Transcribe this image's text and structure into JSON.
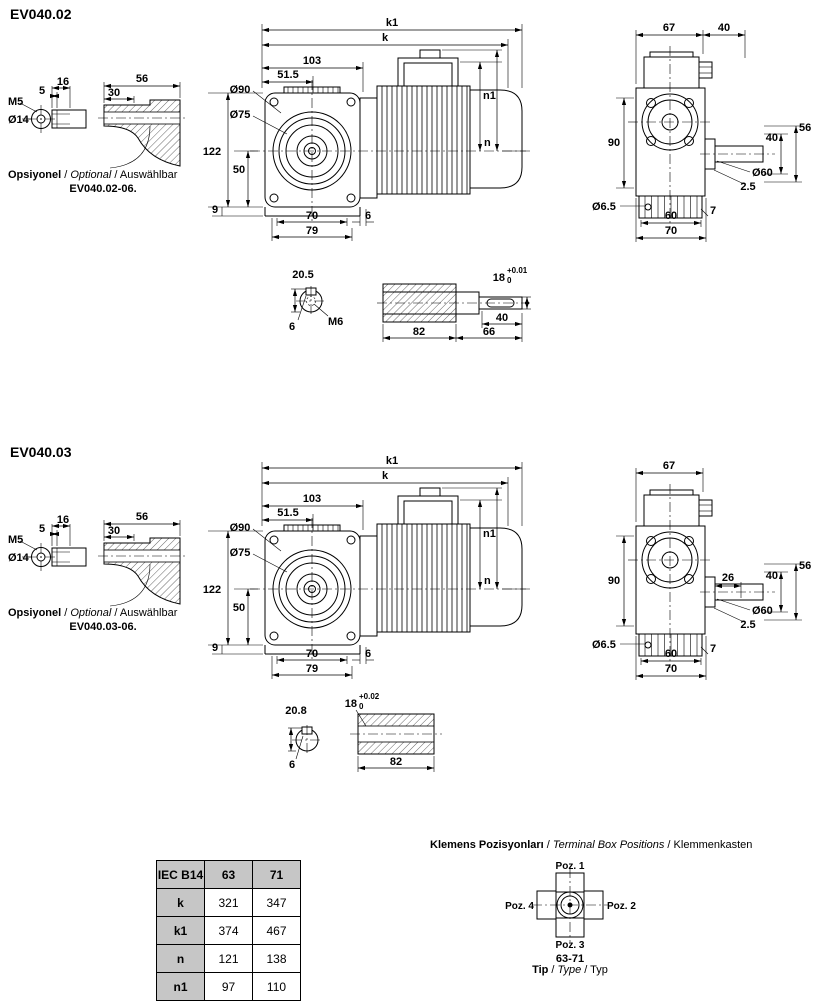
{
  "s1": {
    "title": "EV040.02",
    "optional": {
      "p1": "Opsiyonel",
      "sep1": " / ",
      "p2": "Optional",
      "sep2": " / ",
      "p3": "Auswählbar",
      "code": "EV040.02-06."
    },
    "detailA": {
      "m5": "M5",
      "d5": "5",
      "d16": "16",
      "d14": "Ø14"
    },
    "detailB": {
      "d56": "56",
      "d30": "30"
    },
    "front": {
      "k1": "k1",
      "k": "k",
      "d103": "103",
      "d51_5": "51.5",
      "d90": "Ø90",
      "d75": "Ø75",
      "d122": "122",
      "d50": "50",
      "d9": "9",
      "d70": "70",
      "d6": "6",
      "d79": "79",
      "n1": "n1",
      "n": "n"
    },
    "side": {
      "d67": "67",
      "d40_top": "40",
      "d56": "56",
      "d40": "40",
      "d90": "90",
      "d60": "Ø60",
      "d2_5": "2.5",
      "d6_5": "Ø6.5",
      "d60b": "60",
      "d7": "7",
      "d70": "70"
    },
    "shaft": {
      "d20_5": "20.5",
      "d6": "6",
      "m6": "M6",
      "d18": "18",
      "tol_hi": "+0.01",
      "tol_lo": "0",
      "d82": "82",
      "d66": "66",
      "d40": "40"
    }
  },
  "s2": {
    "title": "EV040.03",
    "optional": {
      "p1": "Opsiyonel",
      "sep1": " / ",
      "p2": "Optional",
      "sep2": " / ",
      "p3": "Auswählbar",
      "code": "EV040.03-06."
    },
    "detailA": {
      "m5": "M5",
      "d5": "5",
      "d16": "16",
      "d14": "Ø14"
    },
    "detailB": {
      "d56": "56",
      "d30": "30"
    },
    "front": {
      "k1": "k1",
      "k": "k",
      "d103": "103",
      "d51_5": "51.5",
      "d90": "Ø90",
      "d75": "Ø75",
      "d122": "122",
      "d50": "50",
      "d9": "9",
      "d70": "70",
      "d6": "6",
      "d79": "79",
      "n1": "n1",
      "n": "n"
    },
    "side": {
      "d67": "67",
      "d26": "26",
      "d56": "56",
      "d40": "40",
      "d90": "90",
      "d60": "Ø60",
      "d2_5": "2.5",
      "d6_5": "Ø6.5",
      "d60b": "60",
      "d7": "7",
      "d70": "70"
    },
    "shaft": {
      "d20_8": "20.8",
      "d6": "6",
      "d18": "18",
      "tol_hi": "+0.02",
      "tol_lo": "0",
      "d82": "82"
    }
  },
  "table": {
    "headers": [
      "IEC B14",
      "63",
      "71"
    ],
    "rows": [
      [
        "k",
        "321",
        "347"
      ],
      [
        "k1",
        "374",
        "467"
      ],
      [
        "n",
        "121",
        "138"
      ],
      [
        "n1",
        "97",
        "110"
      ]
    ]
  },
  "terminal": {
    "title": {
      "p1": "Klemens Pozisyonları",
      "sep1": " / ",
      "p2": "Terminal Box Positions",
      "sep2": " / ",
      "p3": "Klemmenkasten"
    },
    "poz1": "Poz. 1",
    "poz2": "Poz. 2",
    "poz3": "Poz. 3",
    "poz4": "Poz. 4",
    "range": "63-71",
    "type": {
      "p1": "Tip",
      "sep1": " / ",
      "p2": "Type",
      "sep2": " / ",
      "p3": "Typ"
    }
  }
}
